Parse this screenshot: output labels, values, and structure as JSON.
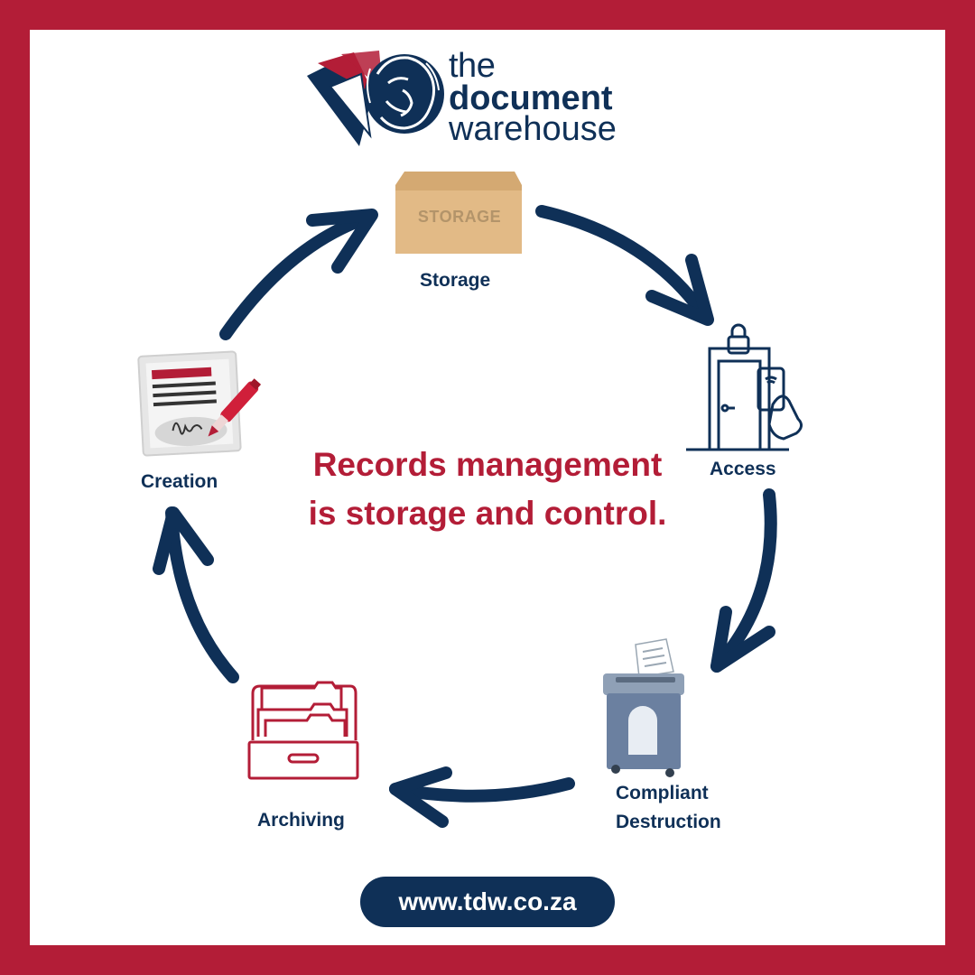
{
  "brand": {
    "logo_line1": "the",
    "logo_line2": "document",
    "logo_line3": "warehouse"
  },
  "headline": {
    "line1": "Records management",
    "line2": "is storage and control."
  },
  "cycle": {
    "storage": {
      "label": "Storage",
      "box_text": "STORAGE",
      "icon": "storage-box-icon"
    },
    "access": {
      "label": "Access",
      "icon": "secure-door-icon"
    },
    "destruction": {
      "label_line1": "Compliant",
      "label_line2": "Destruction",
      "icon": "shredder-icon"
    },
    "archiving": {
      "label": "Archiving",
      "icon": "file-cabinet-icon"
    },
    "creation": {
      "label": "Creation",
      "icon": "signed-document-icon"
    }
  },
  "footer": {
    "url": "www.tdw.co.za"
  },
  "colors": {
    "frame": "#b31d37",
    "navy": "#0f3057",
    "accent_red": "#b31d37",
    "box_tan": "#e2ba86"
  }
}
